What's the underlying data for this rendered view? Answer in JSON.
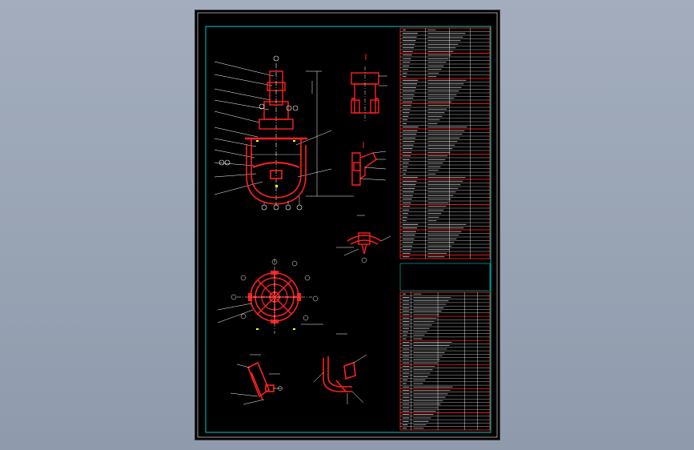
{
  "drawing": {
    "colors": {
      "background": "#98a3b4",
      "sheet": "#000000",
      "border": "#00c8c8",
      "part": "#ff2020",
      "line": "#ffffff",
      "dim": "#ffff00",
      "table": "#e01818"
    },
    "views": [
      "main-elevation",
      "detail-section-top",
      "detail-section-mid",
      "detail-section-small",
      "plan-view",
      "detail-section-bottom-left",
      "detail-section-bottom-right"
    ],
    "tables": [
      "technical-spec-table",
      "parts-list-table"
    ]
  }
}
